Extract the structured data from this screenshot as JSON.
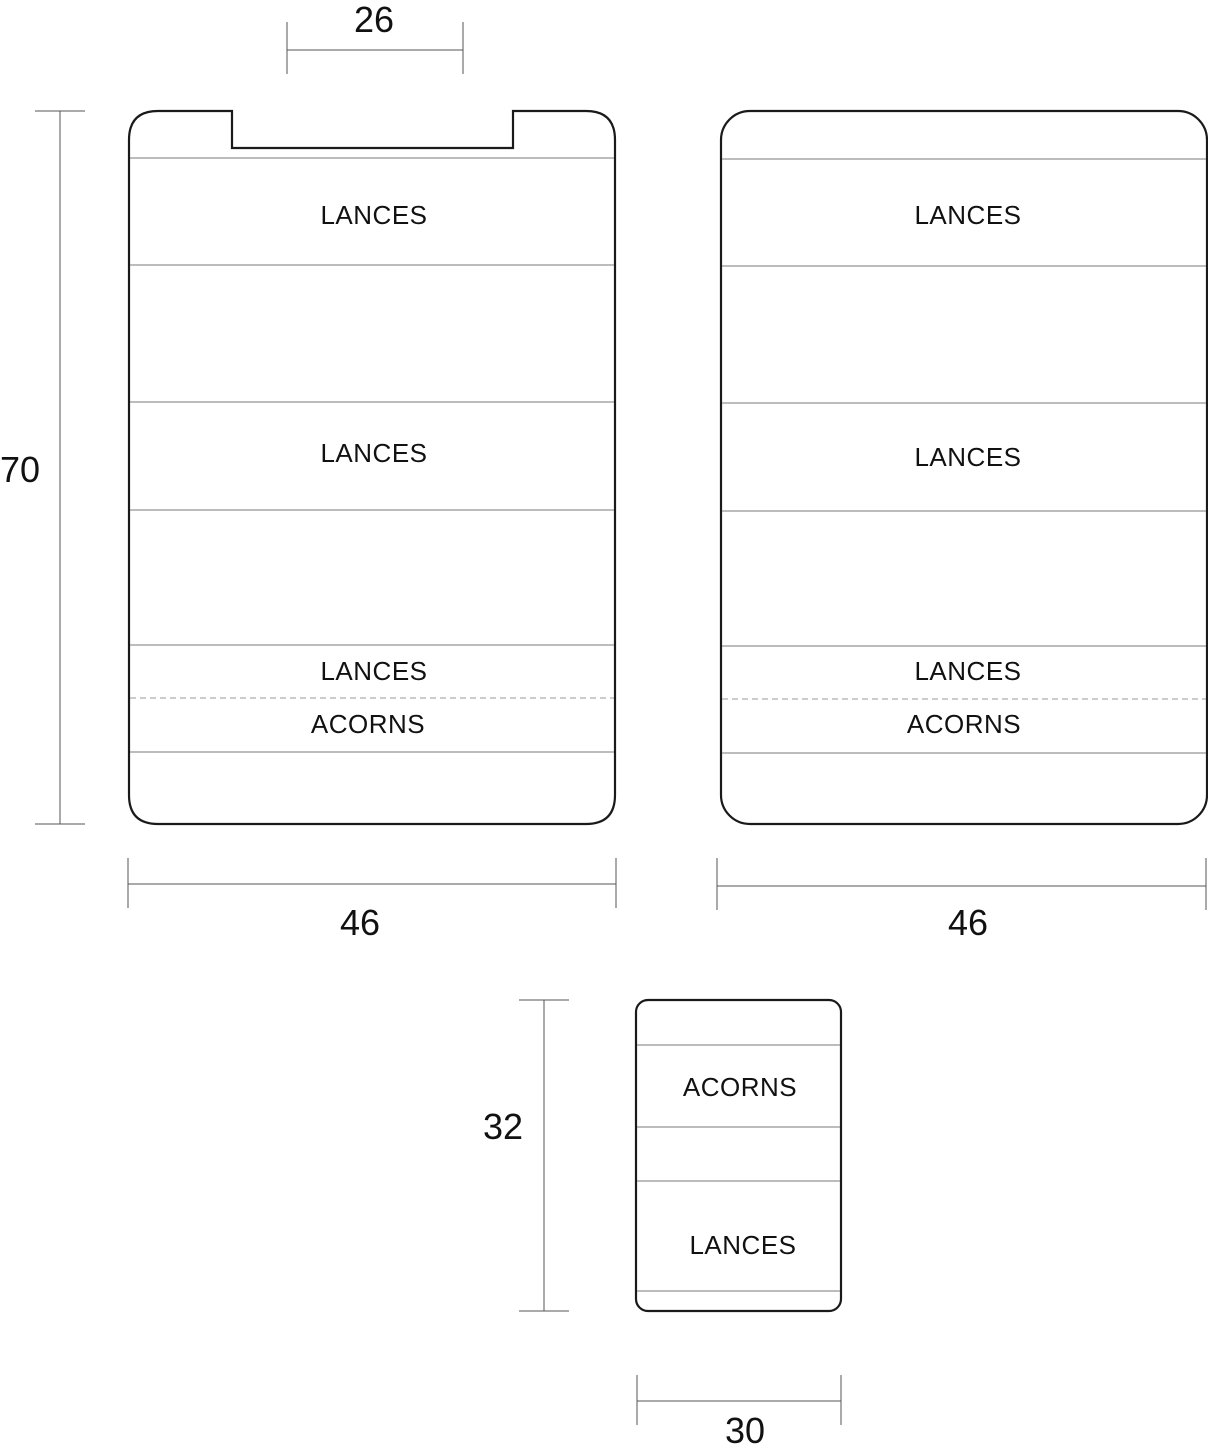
{
  "panel_left": {
    "labels": [
      "LANCES",
      "LANCES",
      "LANCES",
      "ACORNS"
    ]
  },
  "panel_right": {
    "labels": [
      "LANCES",
      "LANCES",
      "LANCES",
      "ACORNS"
    ]
  },
  "panel_small": {
    "labels": [
      "ACORNS",
      "LANCES"
    ]
  },
  "dimensions": {
    "notch_width": "26",
    "height_large": "70",
    "width_left": "46",
    "width_right": "46",
    "height_small": "32",
    "width_small": "30"
  }
}
